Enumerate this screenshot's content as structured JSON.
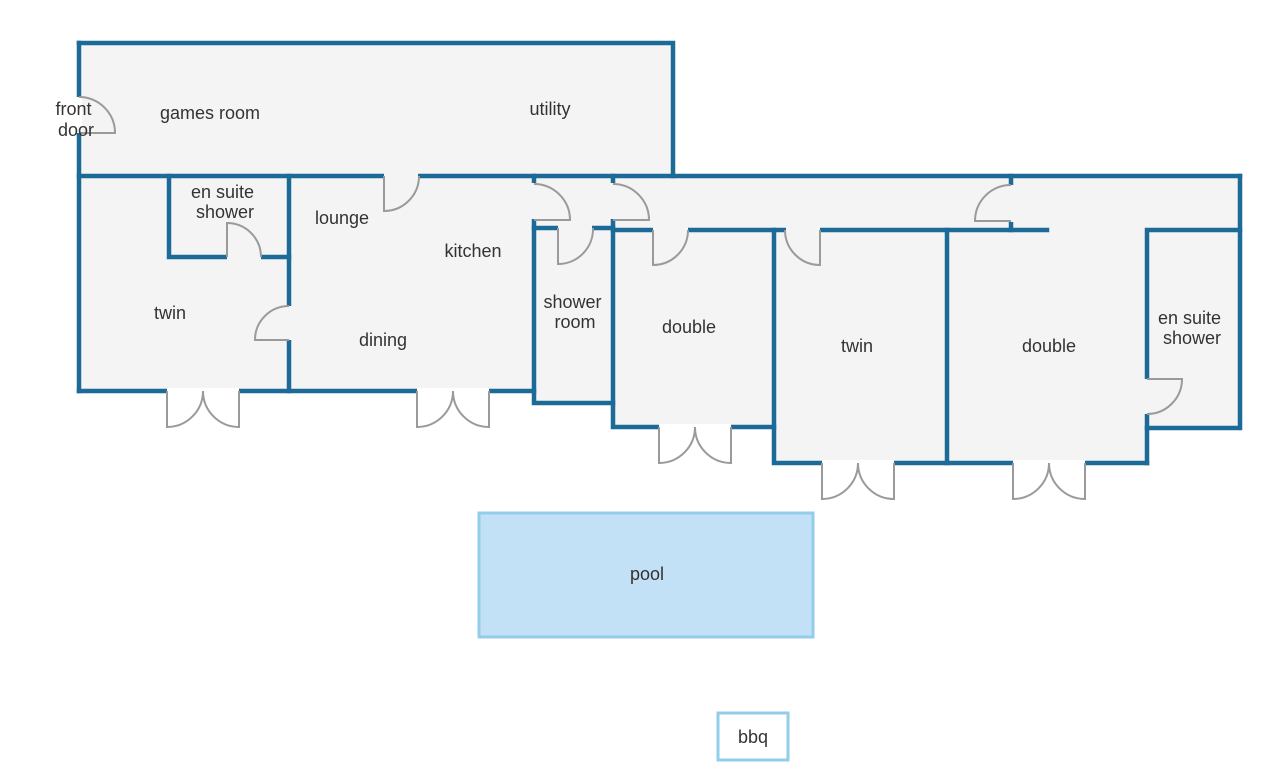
{
  "rooms": {
    "front_door": [
      "front",
      "door"
    ],
    "games_room": "games room",
    "utility": "utility",
    "en_suite_left": [
      "en suite",
      "shower"
    ],
    "lounge": "lounge",
    "kitchen": "kitchen",
    "twin_left": "twin",
    "dining": "dining",
    "shower_room": [
      "shower",
      "room"
    ],
    "double_left": "double",
    "twin_right": "twin",
    "double_right": "double",
    "en_suite_right": [
      "en suite",
      "shower"
    ]
  },
  "outdoor": {
    "pool": "pool",
    "bbq": "bbq"
  },
  "colors": {
    "wall": "#1b6a97",
    "floor": "#f4f4f4",
    "door": "#9a9a9a",
    "pool_fill": "#c3e1f6",
    "pool_border": "#93cdea"
  }
}
